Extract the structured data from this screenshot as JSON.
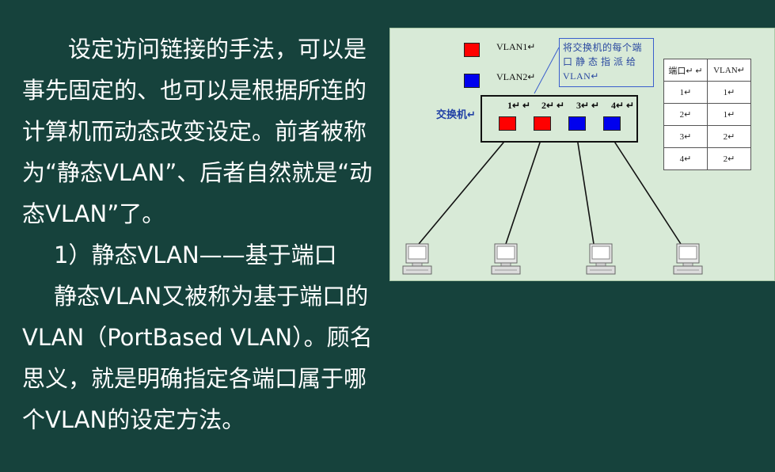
{
  "paragraphs": [
    "设定访问链接的手法，可以是事先固定的、也可以是根据所连的计算机而动态改变设定。前者被称为“静态VLAN”、后者自然就是“动态VLAN”了。",
    "1）静态VLAN——基于端口",
    "静态VLAN又被称为基于端口的VLAN（PortBased VLAN）。顾名思义，就是明确指定各端口属于哪个VLAN的设定方法。"
  ],
  "figure": {
    "legend": [
      {
        "label": "VLAN1↵",
        "color": "#ff0000"
      },
      {
        "label": "VLAN2↵",
        "color": "#0000ee"
      }
    ],
    "callout_lines": [
      "将交换机的每个端",
      "口 静 态 指 派 给",
      "VLAN↵"
    ],
    "switch_label": "交换机↵",
    "ports": [
      {
        "number": "1↵ ↵",
        "color": "#ff0000"
      },
      {
        "number": "2↵ ↵",
        "color": "#ff0000"
      },
      {
        "number": "3↵ ↵",
        "color": "#0000ee"
      },
      {
        "number": "4↵ ↵",
        "color": "#0000ee"
      }
    ],
    "table": {
      "headers": [
        "端口↵ ↵",
        "VLAN↵"
      ],
      "rows": [
        [
          "1↵",
          "1↵"
        ],
        [
          "2↵",
          "1↵"
        ],
        [
          "3↵",
          "2↵"
        ],
        [
          "4↵",
          "2↵"
        ]
      ]
    },
    "computer_count": 4
  }
}
